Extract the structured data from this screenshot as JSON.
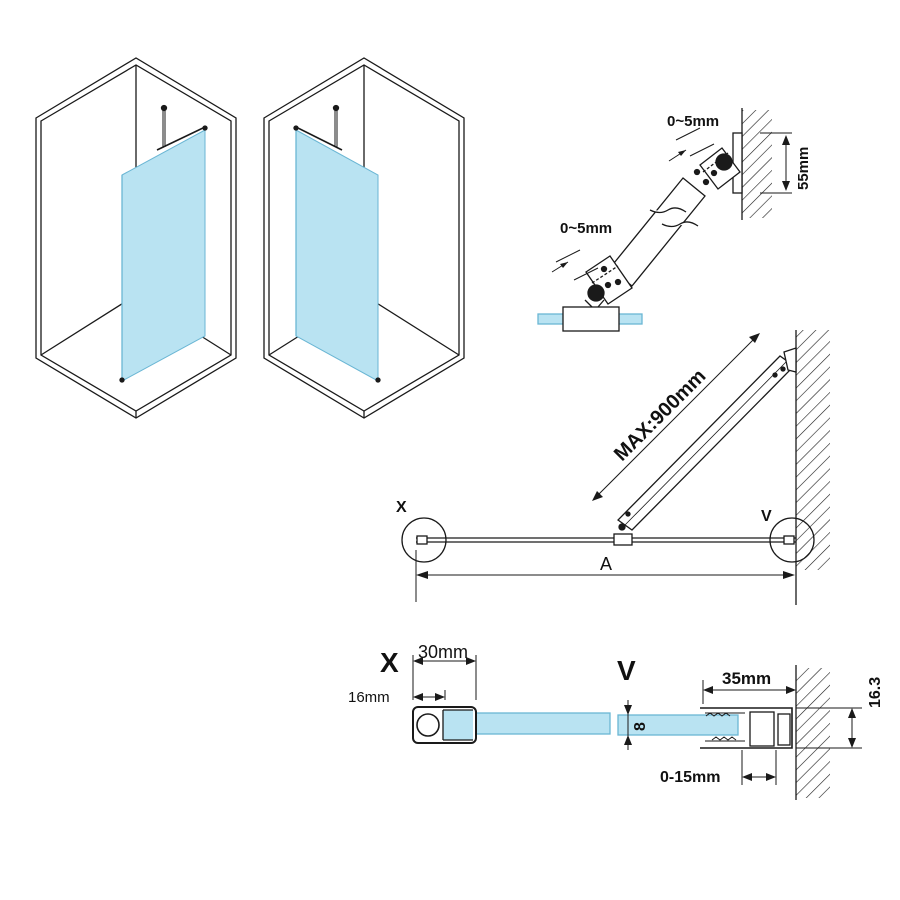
{
  "colors": {
    "glass": "#b9e3f2",
    "glass_stroke": "#6ab6d4",
    "line": "#1a1a1a"
  },
  "labels": {
    "arm_gap_top": "0~5mm",
    "arm_gap_bottom": "0~5mm",
    "wall_height": "55mm",
    "max_length": "MAX:900mm",
    "detail_x_marker": "X",
    "detail_v_marker": "V",
    "span_a": "A",
    "section_x_title": "X",
    "section_x_width": "30mm",
    "section_x_depth": "16mm",
    "section_v_title": "V",
    "section_v_glass": "8",
    "section_v_profile": "35mm",
    "section_v_adjust": "0-15mm",
    "section_v_height": "16.3"
  }
}
